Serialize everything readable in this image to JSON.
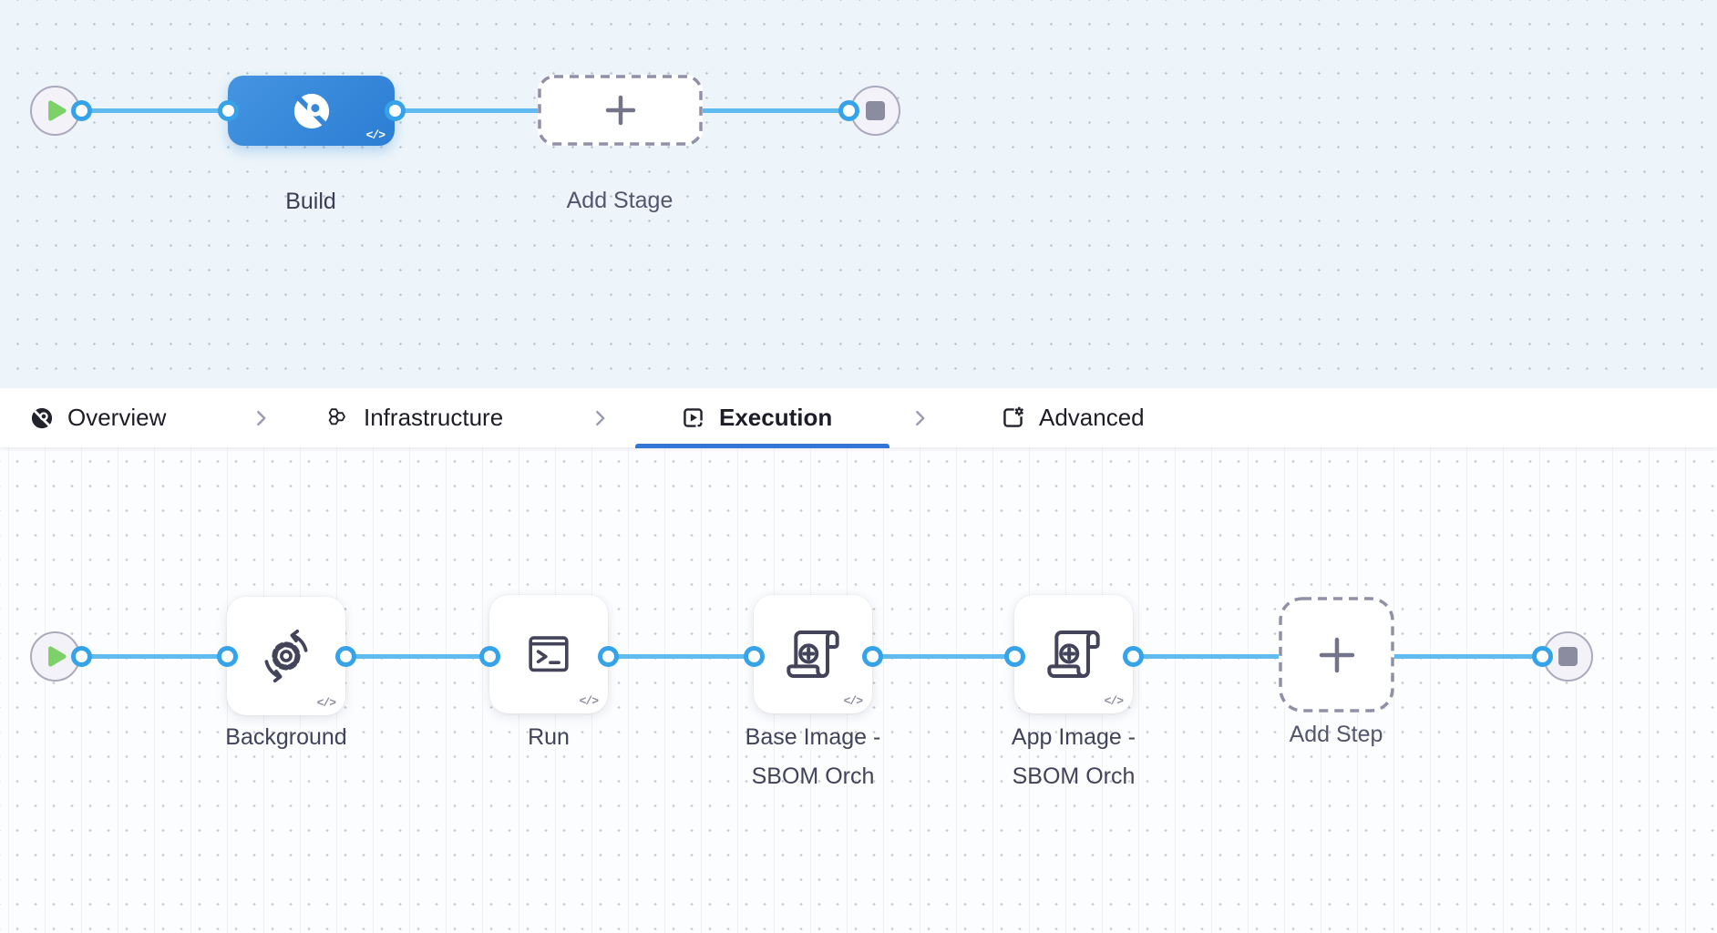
{
  "canvas_top": {
    "stages": {
      "build": {
        "label": "Build"
      },
      "add_stage": {
        "label": "Add Stage"
      }
    },
    "code_badge": "</>"
  },
  "tabbar": {
    "tabs": [
      {
        "label": "Overview",
        "icon": "build-circle-icon",
        "active": false
      },
      {
        "label": "Infrastructure",
        "icon": "hexagons-icon",
        "active": false
      },
      {
        "label": "Execution",
        "icon": "play-window-icon",
        "active": true
      },
      {
        "label": "Advanced",
        "icon": "window-gear-icon",
        "active": false
      }
    ],
    "separator_icon": "chevron-right-icon"
  },
  "canvas_bottom": {
    "steps": [
      {
        "label": "Background",
        "icon": "gear-sync-icon"
      },
      {
        "label": "Run",
        "icon": "terminal-icon"
      },
      {
        "label": "Base Image - SBOM Orch",
        "line1": "Base Image -",
        "line2": "SBOM Orch",
        "icon": "scroll-plus-icon"
      },
      {
        "label": "App Image - SBOM Orch",
        "line1": "App Image -",
        "line2": "SBOM Orch",
        "icon": "scroll-plus-icon"
      }
    ],
    "add_step": {
      "label": "Add Step"
    },
    "code_badge": "</>"
  },
  "colors": {
    "connector_line": "#5fbbf0",
    "connector_port_ring": "#36a3e9",
    "stage_node_gradient_start": "#4494e1",
    "stage_node_gradient_end": "#2c7ed4",
    "canvas_top_bg": "#edf5fa",
    "canvas_bottom_bg": "#fcfdff",
    "active_tab_underline": "#3377d6",
    "start_play_green": "#7cd269",
    "end_stop_gray": "#8c8ca1"
  }
}
